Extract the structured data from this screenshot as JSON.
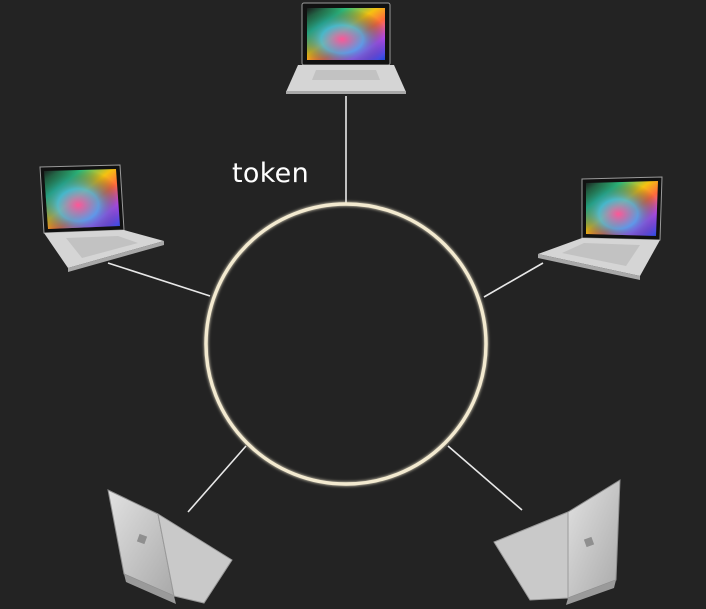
{
  "diagram": {
    "token_label": "token",
    "colors": {
      "background": "#232323",
      "ring": "#ffffff",
      "ring_glow": "#f3ead0",
      "link": "#e8e8e8",
      "laptop_body": "#d5d5d5",
      "laptop_shade": "#a8a8a8",
      "laptop_screen_bezel": "#111111"
    },
    "nodes": [
      {
        "id": "top",
        "icon": "laptop-front-icon"
      },
      {
        "id": "upper-left",
        "icon": "laptop-angled-left-icon"
      },
      {
        "id": "upper-right",
        "icon": "laptop-angled-right-icon"
      },
      {
        "id": "lower-left",
        "icon": "laptop-back-left-icon"
      },
      {
        "id": "lower-right",
        "icon": "laptop-back-right-icon"
      }
    ]
  }
}
